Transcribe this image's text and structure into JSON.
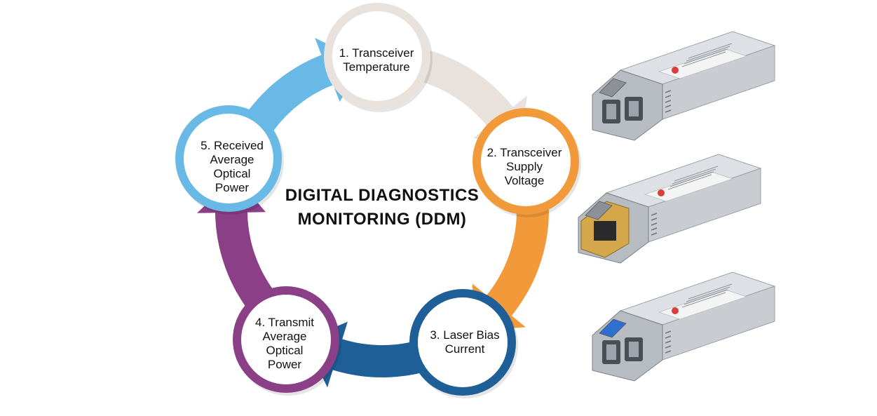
{
  "title_line1": "DIGITAL DIAGNOSTICS",
  "title_line2": "MONITORING (DDM)",
  "colors": {
    "step1": "#e8e1dc",
    "step2": "#f29a3a",
    "step3": "#1f5f98",
    "step4": "#8a3f86",
    "step5": "#69b9e6",
    "module_body": "#c9ccd1",
    "module_dark": "#7c8088",
    "copper_port": "#d4a84a",
    "blue_latch": "#2f6fd0",
    "label_red": "#d8403a"
  },
  "steps": [
    {
      "id": "step-temperature",
      "label": "1. Transceiver\nTemperature",
      "color": "#e8e1dc"
    },
    {
      "id": "step-supply-voltage",
      "label": "2. Transceiver\nSupply\nVoltage",
      "color": "#f29a3a"
    },
    {
      "id": "step-laser-bias",
      "label": "3. Laser Bias\nCurrent",
      "color": "#1f5f98"
    },
    {
      "id": "step-transmit-power",
      "label": "4. Transmit\nAverage\nOptical\nPower",
      "color": "#8a3f86"
    },
    {
      "id": "step-received-power",
      "label": "5. Received\nAverage\nOptical\nPower",
      "color": "#69b9e6"
    }
  ],
  "modules": [
    {
      "id": "sfp-module-multimode",
      "port": "optical",
      "latch": "gray"
    },
    {
      "id": "sfp-module-copper",
      "port": "copper",
      "latch": "gray"
    },
    {
      "id": "sfp-module-singlemode",
      "port": "optical",
      "latch": "blue"
    }
  ]
}
